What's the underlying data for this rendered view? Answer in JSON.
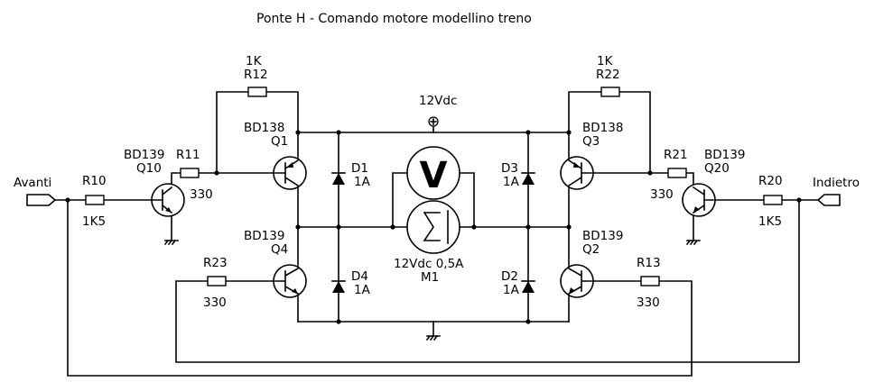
{
  "title": "Ponte H - Comando motore modellino treno",
  "supply": {
    "label": "12Vdc",
    "symbol": "⊕"
  },
  "ports": {
    "left": {
      "label": "Avanti"
    },
    "right": {
      "label": "Indietro"
    }
  },
  "resistors": {
    "R10": {
      "ref": "R10",
      "value": "1K5"
    },
    "R11": {
      "ref": "R11",
      "value": "330"
    },
    "R12": {
      "ref": "R12",
      "value": "1K"
    },
    "R13": {
      "ref": "R13",
      "value": "330"
    },
    "R20": {
      "ref": "R20",
      "value": "1K5"
    },
    "R21": {
      "ref": "R21",
      "value": "330"
    },
    "R22": {
      "ref": "R22",
      "value": "1K"
    },
    "R23": {
      "ref": "R23",
      "value": "330"
    }
  },
  "transistors": {
    "Q1": {
      "ref": "Q1",
      "part": "BD138",
      "type": "PNP"
    },
    "Q2": {
      "ref": "Q2",
      "part": "BD139",
      "type": "NPN"
    },
    "Q3": {
      "ref": "Q3",
      "part": "BD138",
      "type": "PNP"
    },
    "Q4": {
      "ref": "Q4",
      "part": "BD139",
      "type": "NPN"
    },
    "Q10": {
      "ref": "Q10",
      "part": "BD139",
      "type": "NPN"
    },
    "Q20": {
      "ref": "Q20",
      "part": "BD139",
      "type": "NPN"
    }
  },
  "diodes": {
    "D1": {
      "ref": "D1",
      "value": "1A"
    },
    "D2": {
      "ref": "D2",
      "value": "1A"
    },
    "D3": {
      "ref": "D3",
      "value": "1A"
    },
    "D4": {
      "ref": "D4",
      "value": "1A"
    }
  },
  "motor": {
    "ref": "M1",
    "value": "12Vdc 0,5A",
    "meter_glyph": "V",
    "motor_glyph": "Σ|"
  }
}
